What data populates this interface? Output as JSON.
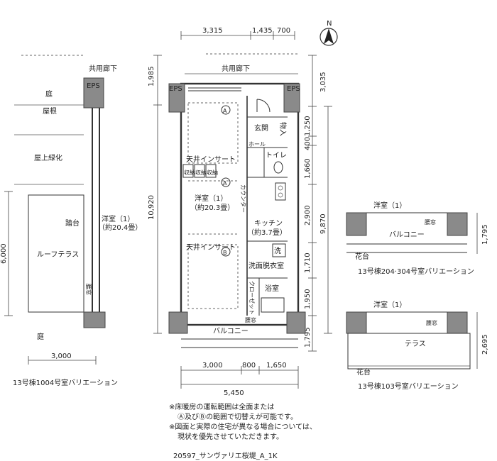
{
  "compass": {
    "label": "N"
  },
  "main": {
    "top_dims": [
      "3,315",
      "1,435",
      "700"
    ],
    "left_dims": [
      "1,985",
      "10,920"
    ],
    "right_dims": [
      "3,035",
      "1,250",
      "400",
      "1,660",
      "2,900",
      "1,710",
      "1,950",
      "1,795"
    ],
    "right_total": "9,870",
    "bottom_dims": [
      "3,000",
      "800",
      "1,650"
    ],
    "bottom_total": "5,450",
    "labels": {
      "corridor": "共用廊下",
      "eps_left": "EPS",
      "eps_right": "EPS",
      "entrance": "玄関",
      "storage": "物入",
      "hall": "ホール",
      "toilet": "トイレ",
      "ceiling_insert_1": "天井インサート",
      "ceiling_insert_2": "天井インサート",
      "room_name": "洋室（1）",
      "room_size": "（約20.3畳）",
      "counter": "カウンター",
      "kitchen": "キッチン",
      "kitchen_size": "（約3.7畳）",
      "wash": "洗",
      "dressing": "洗面脱衣室",
      "closet": "クローゼット",
      "bath": "浴室",
      "balcony": "バルコニー",
      "waist_window": "腰窓",
      "closet_small": "収納",
      "mark_a": "A",
      "mark_b": "B"
    }
  },
  "variation_1004": {
    "caption": "13号棟1004号室バリエーション",
    "corridor": "共用廊下",
    "eps": "EPS",
    "labels": [
      "庭",
      "屋根",
      "屋上緑化",
      "踏台",
      "ルーフテラス",
      "庭"
    ],
    "room_name": "洋室（1）",
    "room_size": "（約20.4畳）",
    "waist_window": "腰窓",
    "dim_left": "6,000",
    "dim_bottom": "3,000"
  },
  "variation_204": {
    "caption": "13号棟204·304号室バリエーション",
    "room_name": "洋室（1）",
    "waist_window": "腰窓",
    "balcony": "バルコニー",
    "flower_bed": "花台",
    "dim_right": "1,795"
  },
  "variation_103": {
    "caption": "13号棟103号室バリエーション",
    "room_name": "洋室（1）",
    "waist_window": "腰窓",
    "terrace": "テラス",
    "flower_bed": "花台",
    "dim_right": "2,695"
  },
  "notes": [
    "※床暖房の運転範囲は全面または",
    "Ⓐ及びⒷの範囲で切替えが可能です。",
    "※図面と実際の住宅が異なる場合については、",
    "現状を優先させていただきます。"
  ],
  "code": "20597_サンヴァリエ桜堤_A_1K"
}
